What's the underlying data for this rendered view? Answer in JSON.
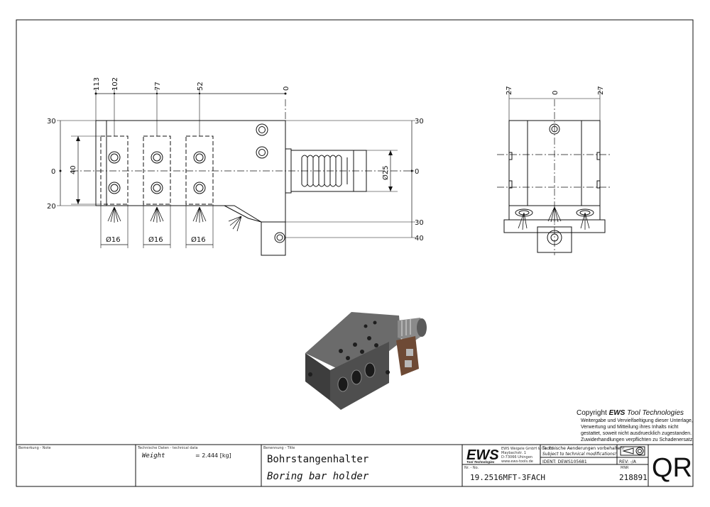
{
  "front_view": {
    "dims_top": [
      "113",
      "102",
      "77",
      "52",
      "0"
    ],
    "dims_left": [
      "30",
      "0",
      "20"
    ],
    "dim_left_height": "40",
    "dims_right": [
      "30",
      "0",
      "30",
      "40"
    ],
    "diameter_shank": "Ø25",
    "diameter_bores": [
      "Ø16",
      "Ø16",
      "Ø16"
    ]
  },
  "side_view": {
    "dims_top": [
      "27",
      "0",
      "27"
    ]
  },
  "copyright": {
    "prefix": "Copyright ",
    "brand": "EWS",
    "suffix": " Tool Technologies",
    "lines": [
      "Weitergabe und Vervielfaeltigung dieser Unterlage,",
      "Verwertung und Mitteilung ihres Inhalts nicht",
      "gestattet, soweit nicht ausdruecklich zugestanden.",
      "Zuwiderhandlungen verpflichten zu Schadenersatz."
    ]
  },
  "title_block": {
    "remark_label": "Bemerkung - Note",
    "tech_label": "Technische Daten - technical data",
    "weight_label": "Weight",
    "weight_value": "=  2.444 [kg]",
    "title_label": "Benennung - Title",
    "title_de": "Bohrstangenhalter",
    "title_en": "Boring bar holder",
    "logo": "EWS",
    "logo_sub": "Tool Technologies",
    "company_lines": [
      "EWS Weigele GmbH & Co. KG",
      "Maybachstr. 1",
      "D-73066 Uhingen",
      "www.ews-tools.de"
    ],
    "change_de": "Technische Aenderungen vorbehalten!",
    "change_en": "Subject to technical modifications!",
    "ident": "IDENT: DEWS105681",
    "rev": "REV: -/A",
    "nr_label": "Nr. - No.",
    "part_number": "19.2516MFT-3FACH",
    "mnr_label": "MNR",
    "mnr": "218891",
    "qr": "QR"
  }
}
